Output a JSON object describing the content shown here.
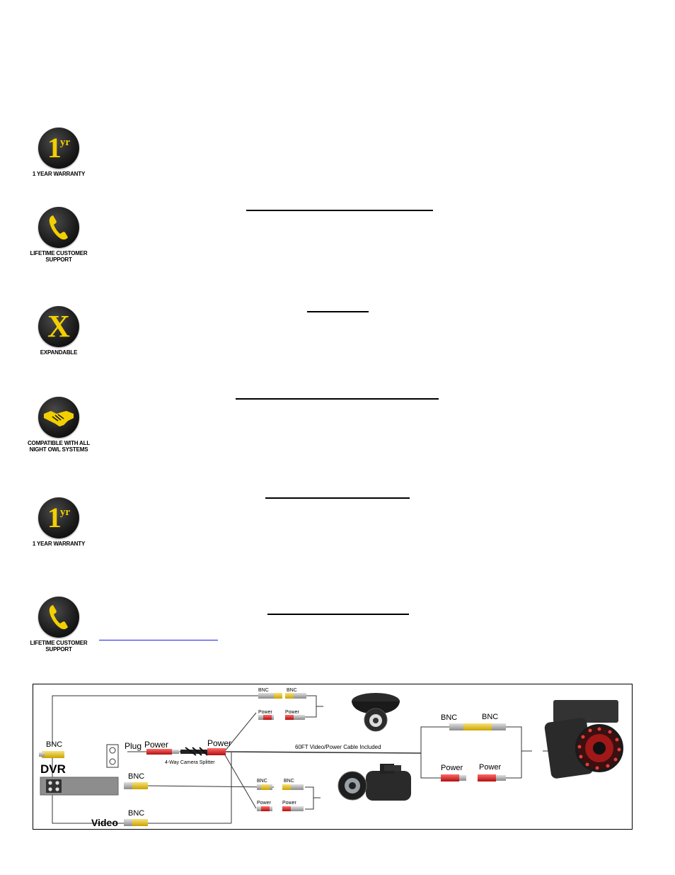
{
  "badges": [
    {
      "id": "warranty-1",
      "glyph_main": "1",
      "glyph_sup": "yr",
      "caption_lines": [
        "1 YEAR WARRANTY"
      ],
      "icon": "one-year-icon"
    },
    {
      "id": "support-1",
      "caption_lines": [
        "LIFETIME CUSTOMER",
        "SUPPORT"
      ],
      "icon": "phone-icon"
    },
    {
      "id": "expandable",
      "glyph_main": "X",
      "caption_lines": [
        "EXPANDABLE"
      ],
      "icon": "x-icon"
    },
    {
      "id": "compatible",
      "caption_lines": [
        "COMPATIBLE WITH ALL",
        "NIGHT OWL SYSTEMS"
      ],
      "icon": "handshake-icon"
    },
    {
      "id": "warranty-2",
      "glyph_main": "1",
      "glyph_sup": "yr",
      "caption_lines": [
        "1 YEAR WARRANTY"
      ],
      "icon": "one-year-icon"
    },
    {
      "id": "support-2",
      "caption_lines": [
        "LIFETIME CUSTOMER",
        "SUPPORT"
      ],
      "icon": "phone-icon"
    }
  ],
  "diagram": {
    "labels": {
      "bnc": "BNC",
      "power": "Power",
      "plug": "Plug",
      "dvr": "DVR",
      "video": "Video",
      "splitter": "4-Way Camera Splitter",
      "cable": "60FT Video/Power Cable Included"
    }
  },
  "colors": {
    "badge_yellow": "#f2cf00",
    "badge_black": "#1a1a1a",
    "connector_yellow": "#e8c000",
    "connector_red": "#d42020",
    "link_blue": "#1a1aee"
  }
}
